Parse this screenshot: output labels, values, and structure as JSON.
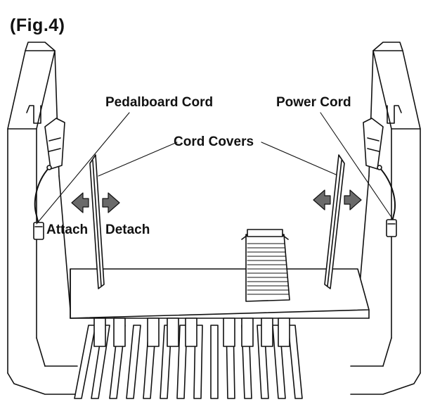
{
  "figure": {
    "label": "(Fig.4)"
  },
  "labels": {
    "pedalboard_cord": "Pedalboard Cord",
    "power_cord": "Power Cord",
    "cord_covers": "Cord Covers",
    "attach": "Attach",
    "detach": "Detach"
  },
  "colors": {
    "ink": "#111111",
    "paper": "#ffffff",
    "arrow": "#6a6a6a"
  }
}
